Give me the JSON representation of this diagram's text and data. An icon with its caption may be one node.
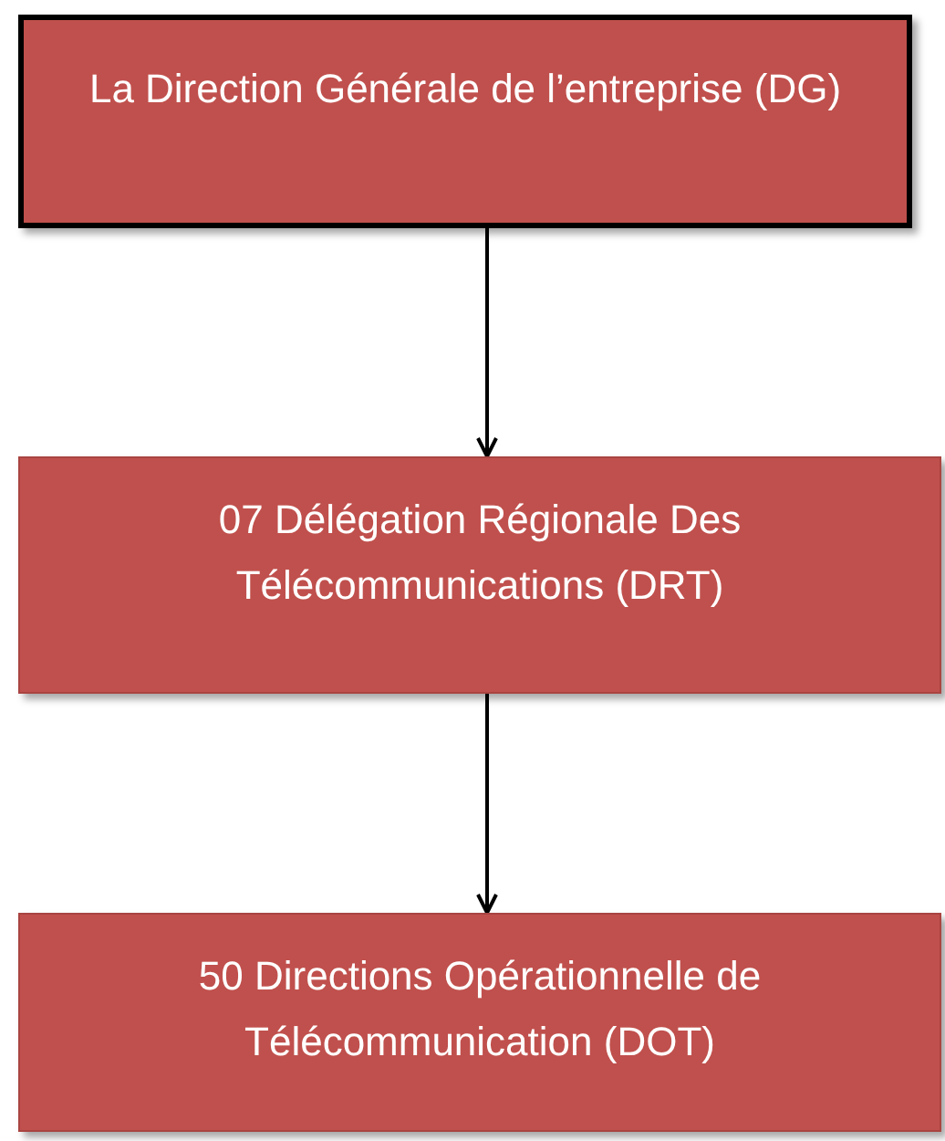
{
  "diagram": {
    "nodes": [
      {
        "text": [
          "La Direction Générale de l’entreprise (DG)"
        ]
      },
      {
        "text": [
          "07 Délégation Régionale Des Télécommunications (DRT)"
        ]
      },
      {
        "text": [
          "50 Directions Opérationnelle de Télécommunication (DOT)"
        ]
      }
    ],
    "edges": [
      {
        "from": 0,
        "to": 1,
        "arrow": "to"
      },
      {
        "from": 1,
        "to": 2,
        "arrow": "to"
      }
    ]
  }
}
